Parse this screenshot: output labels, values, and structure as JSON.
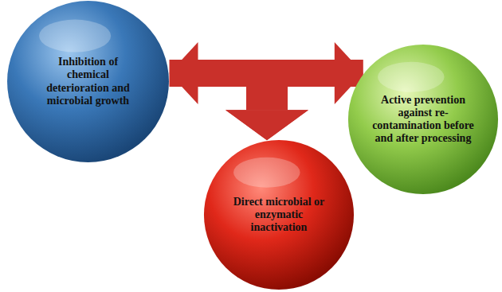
{
  "diagram": {
    "nodes": [
      {
        "text": [
          "Inhibition of chemical deterioration and microbial growth"
        ]
      },
      {
        "text": [
          "Active prevention against re-contamination before and after processing"
        ]
      },
      {
        "text": [
          "Direct microbial or enzymatic inactivation"
        ]
      }
    ],
    "edges": [
      {
        "from": 0,
        "to": 1,
        "arrow": "both"
      },
      {
        "from": 0,
        "to": 2,
        "arrow": "to"
      },
      {
        "from": 1,
        "to": 2,
        "arrow": "to"
      }
    ]
  }
}
